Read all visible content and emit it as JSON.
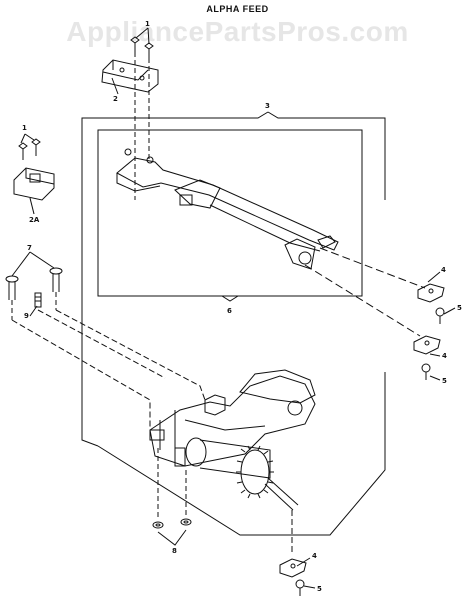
{
  "title": "ALPHA FEED",
  "watermark": "AppliancePartsPros.com",
  "callouts": {
    "c1_top": "1",
    "c2": "2",
    "c3": "3",
    "c1_left": "1",
    "c2a": "2A",
    "c6": "6",
    "c7": "7",
    "c8": "8",
    "c4_a": "4",
    "c5_a": "5",
    "c4_b": "4",
    "c5_b": "5",
    "c9": "9",
    "c4_c": "4",
    "c5_c": "5"
  }
}
